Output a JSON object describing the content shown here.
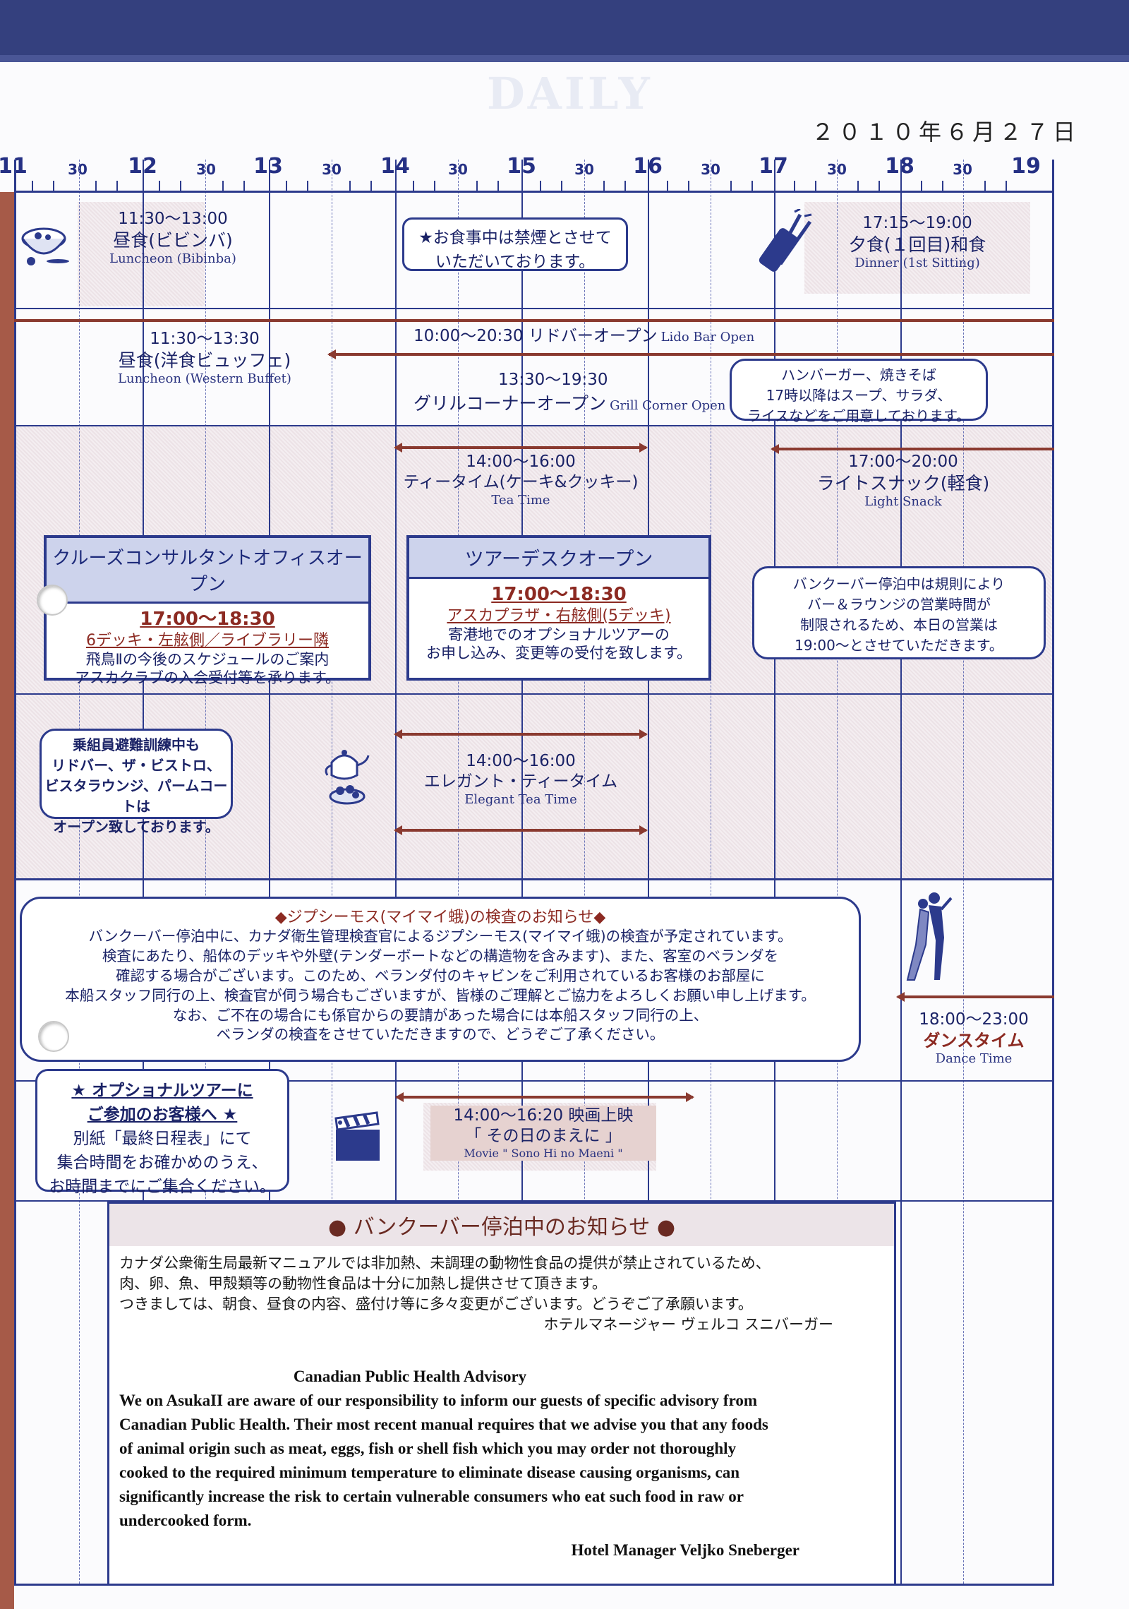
{
  "header": {
    "date": "２０１０年６月２７日",
    "ghost_word": "DAILY"
  },
  "timeline": {
    "hours": [
      "11",
      "12",
      "13",
      "14",
      "15",
      "16",
      "17",
      "18",
      "19"
    ],
    "half_label": "30"
  },
  "events": {
    "luncheon_bibimba": {
      "time": "11:30～13:00",
      "jp": "昼食(ビビンバ)",
      "en": "Luncheon (Bibinba)"
    },
    "smoking_notice": {
      "line1": "★お食事中は禁煙とさせて",
      "line2": "いただいております。"
    },
    "dinner": {
      "time": "17:15～19:00",
      "jp": "夕食(１回目)和食",
      "en": "Dinner (1st Sitting)"
    },
    "lido_bar": {
      "time_jp": "10:00～20:30 リドバーオープン",
      "en": "Lido Bar Open"
    },
    "luncheon_western": {
      "time": "11:30～13:30",
      "jp": "昼食(洋食ビュッフェ)",
      "en": "Luncheon (Western Buffet)"
    },
    "grill_corner": {
      "time": "13:30～19:30",
      "jp": "グリルコーナーオープン",
      "en": "Grill Corner Open"
    },
    "grill_bubble": {
      "line1": "ハンバーガー、焼きそば",
      "line2": "17時以降はスープ、サラダ、",
      "line3": "ライスなどをご用意しております。"
    },
    "tea_time": {
      "time": "14:00～16:00",
      "jp": "ティータイム(ケーキ&クッキー)",
      "en": "Tea Time"
    },
    "light_snack": {
      "time": "17:00～20:00",
      "jp": "ライトスナック(軽食)",
      "en": "Light Snack"
    },
    "consultant": {
      "title": "クルーズコンサルタントオフィスオープン",
      "time": "17:00～18:30",
      "location": "6デッキ・左舷側／ライブラリー隣",
      "line1": "飛鳥Ⅱの今後のスケジュールのご案内",
      "line2": "アスカクラブの入会受付等を承ります。"
    },
    "tour_desk": {
      "title": "ツアーデスクオープン",
      "time": "17:00～18:30",
      "location": "アスカプラザ・右舷側(5デッキ)",
      "line1": "寄港地でのオプショナルツアーの",
      "line2": "お申し込み、変更等の受付を致します。"
    },
    "vancouver_bubble": {
      "line1": "バンクーバー停泊中は規則により",
      "line2": "バー＆ラウンジの営業時間が",
      "line3": "制限されるため、本日の営業は",
      "line4": "19:00～とさせていただきます。"
    },
    "crew_drill": {
      "line1": "乗組員避難訓練中も",
      "line2": "リドバー、ザ・ビストロ、",
      "line3": "ビスタラウンジ、パームコートは",
      "line4": "オープン致しております。"
    },
    "elegant_tea": {
      "time": "14:00～16:00",
      "jp": "エレガント・ティータイム",
      "en": "Elegant Tea Time"
    },
    "gypsy_moth": {
      "title": "◆ジプシーモス(マイマイ蛾)の検査のお知らせ◆",
      "lines": [
        "バンクーバー停泊中に、カナダ衛生管理検査官によるジプシーモス(マイマイ蛾)の検査が予定されています。",
        "検査にあたり、船体のデッキや外壁(テンダーボートなどの構造物を含みます)、また、客室のベランダを",
        "確認する場合がございます。このため、ベランダ付のキャビンをご利用されているお客様のお部屋に",
        "本船スタッフ同行の上、検査官が伺う場合もございますが、皆様のご理解とご協力をよろしくお願い申し上げます。",
        "なお、ご不在の場合にも係官からの要請があった場合には本船スタッフ同行の上、",
        "ベランダの検査をさせていただきますので、どうぞご了承ください。"
      ]
    },
    "dance_time": {
      "time": "18:00～23:00",
      "jp": "ダンスタイム",
      "en": "Dance Time"
    },
    "optional_tour": {
      "line1": "★ オプショナルツアーに",
      "line2": "ご参加のお客様へ ★",
      "line3": "別紙「最終日程表」にて",
      "line4": "集合時間をお確かめのうえ、",
      "line5": "お時間までにご集合ください。"
    },
    "movie": {
      "time_jp": "14:00～16:20 映画上映",
      "title": "「 その日のまえに 」",
      "en": "Movie \" Sono Hi no Maeni \""
    }
  },
  "vancouver_notice": {
    "title": "● バンクーバー停泊中のお知らせ ●",
    "jp_lines": [
      "カナダ公衆衛生局最新マニュアルでは非加熱、未調理の動物性食品の提供が禁止されているため、",
      "肉、卵、魚、甲殻類等の動物性食品は十分に加熱し提供させて頂きます。",
      "つきましては、朝食、昼食の内容、盛付け等に多々変更がございます。どうぞご了承願います。"
    ],
    "jp_sign": "ホテルマネージャー ヴェルコ スニバーガー",
    "en_title": "Canadian Public Health Advisory",
    "en_lines": [
      "We on AsukaII are aware of our responsibility to inform our guests of specific advisory from",
      "Canadian Public Health. Their most recent manual requires that we advise you that any foods",
      "of animal origin such as meat, eggs, fish or shell fish which you may order not thoroughly",
      "cooked to the required minimum temperature to eliminate disease causing organisms, can",
      "significantly increase the risk to certain vulnerable consumers who eat such food in raw or",
      "undercooked form."
    ],
    "en_sign": "Hotel Manager  Veljko Sneberger"
  },
  "icons": {
    "bowl": "rice-bowl-icon",
    "chopsticks": "chopsticks-icon",
    "teapot": "teapot-icon",
    "dancers": "dancers-icon",
    "clapper": "clapperboard-icon"
  },
  "colors": {
    "navy": "#2c3a8c",
    "arrow": "#8a3a30",
    "header": "#34407e",
    "panel": "#cdd3ec"
  }
}
